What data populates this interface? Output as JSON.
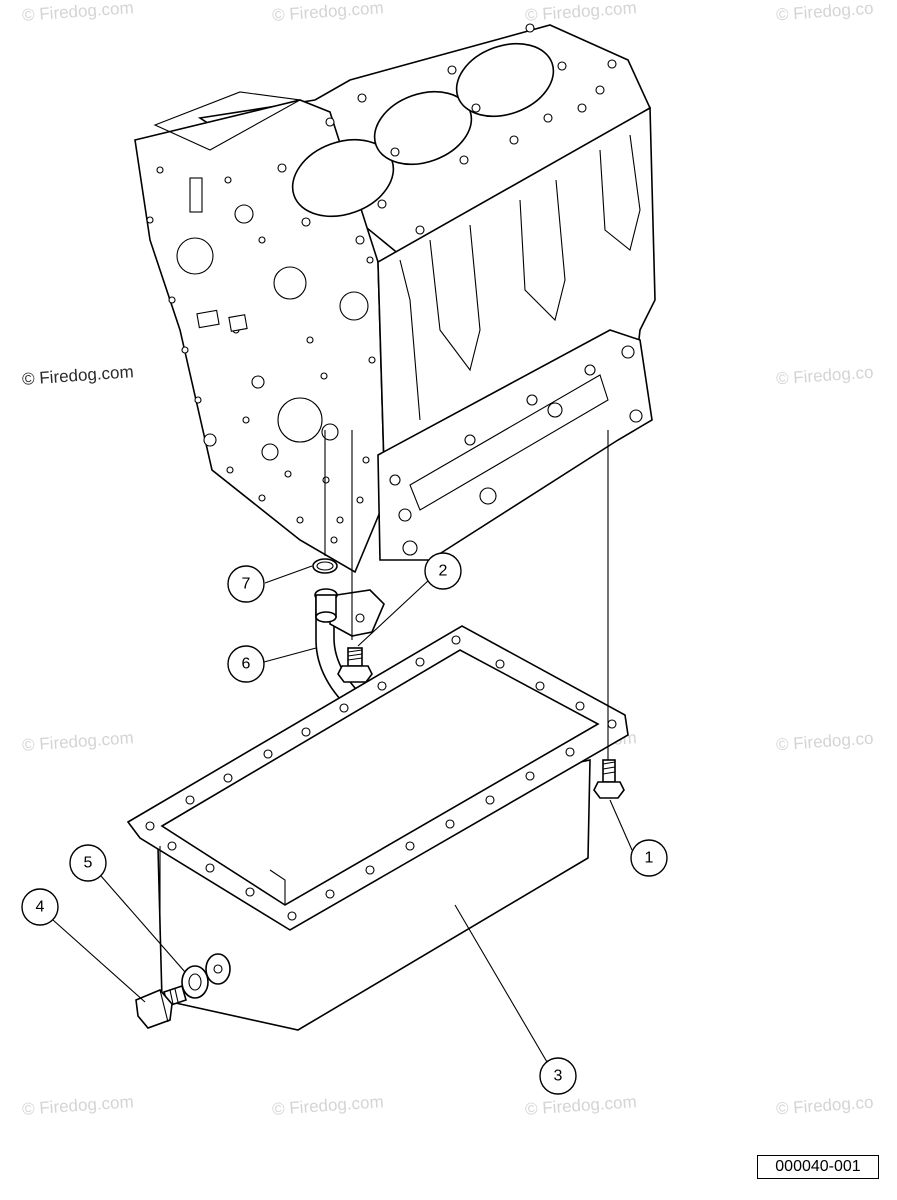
{
  "watermark": {
    "text": "© Firedog.com",
    "text_partial": "© Firedog.co",
    "prominent": "© Firedog.com"
  },
  "callouts": [
    {
      "number": "1",
      "part": "bolt"
    },
    {
      "number": "2",
      "part": "bolt"
    },
    {
      "number": "3",
      "part": "oil-pan"
    },
    {
      "number": "4",
      "part": "drain-plug"
    },
    {
      "number": "5",
      "part": "gasket-washer"
    },
    {
      "number": "6",
      "part": "oil-strainer-pipe"
    },
    {
      "number": "7",
      "part": "o-ring"
    }
  ],
  "document_id": "000040-001",
  "colors": {
    "line": "#000000",
    "watermark": "#d4d4d4",
    "background": "#ffffff"
  }
}
